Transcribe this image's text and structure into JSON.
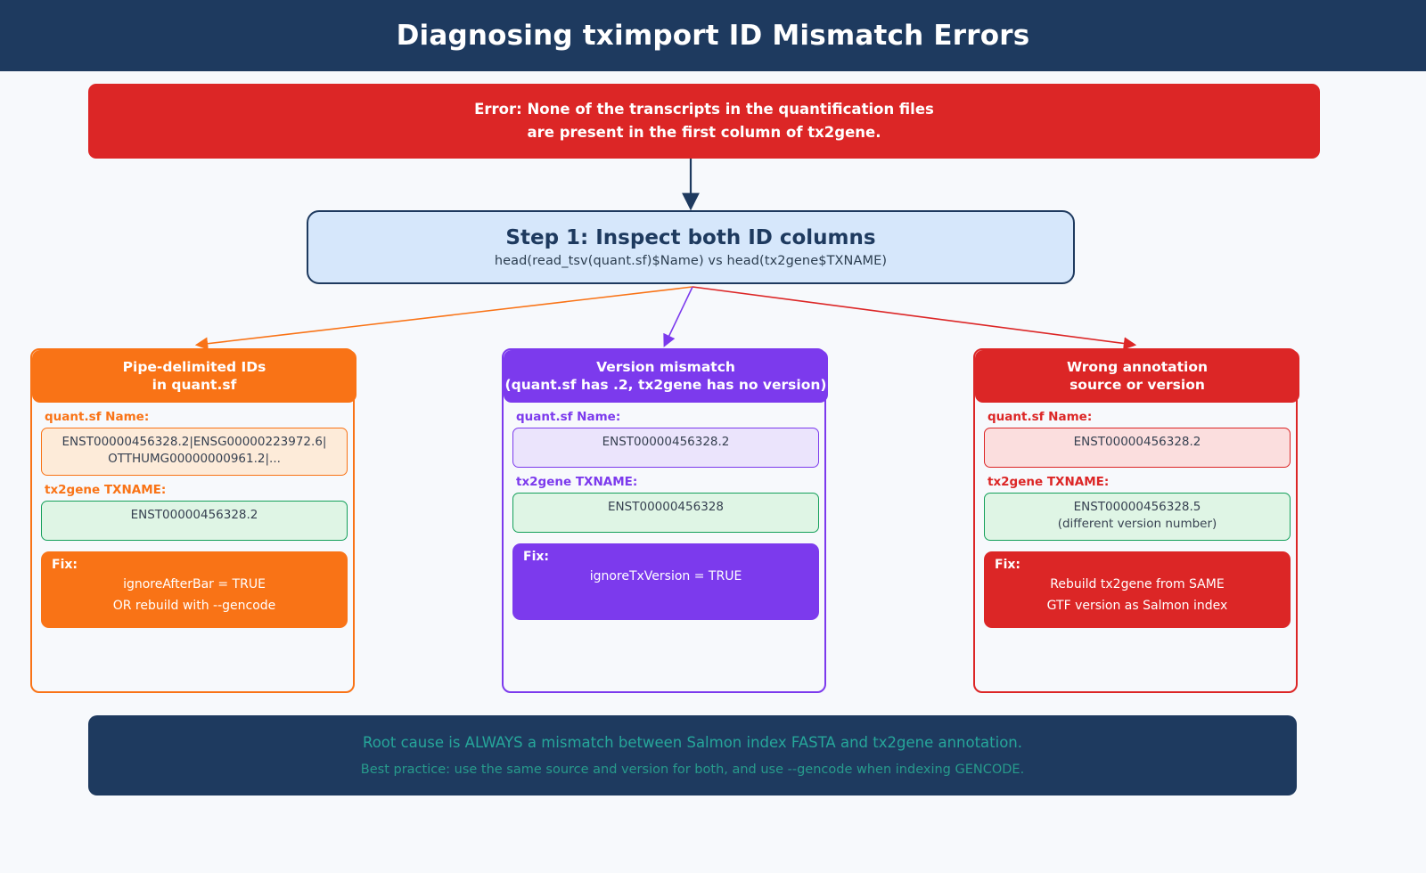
{
  "title": "Diagnosing tximport ID Mismatch Errors",
  "error_banner": {
    "line1": "Error: None of the transcripts in the quantification files",
    "line2": "are present in the first column of tx2gene."
  },
  "step": {
    "title": "Step 1: Inspect both ID columns",
    "subtitle": "head(read_tsv(quant.sf)$Name)   vs   head(tx2gene$TXNAME)"
  },
  "branches": [
    {
      "header_line1": "Pipe-delimited IDs",
      "header_line2": "in quant.sf",
      "color": "#f97316",
      "quant_label": "quant.sf Name:",
      "quant_value_line1": "ENST00000456328.2|ENSG00000223972.6|",
      "quant_value_line2": "OTTHUMG00000000961.2|...",
      "tx_label": "tx2gene TXNAME:",
      "tx_value_line1": "ENST00000456328.2",
      "tx_value_line2": "",
      "fix_label": "Fix:",
      "fix_line1": "ignoreAfterBar = TRUE",
      "fix_line2": "OR rebuild with --gencode"
    },
    {
      "header_line1": "Version mismatch",
      "header_line2": "(quant.sf has .2, tx2gene has no version)",
      "color": "#7c3aed",
      "quant_label": "quant.sf Name:",
      "quant_value_line1": "ENST00000456328.2",
      "quant_value_line2": "",
      "tx_label": "tx2gene TXNAME:",
      "tx_value_line1": "ENST00000456328",
      "tx_value_line2": "",
      "fix_label": "Fix:",
      "fix_line1": "ignoreTxVersion = TRUE",
      "fix_line2": ""
    },
    {
      "header_line1": "Wrong annotation",
      "header_line2": "source or version",
      "color": "#dc2626",
      "quant_label": "quant.sf Name:",
      "quant_value_line1": "ENST00000456328.2",
      "quant_value_line2": "",
      "tx_label": "tx2gene TXNAME:",
      "tx_value_line1": "ENST00000456328.5",
      "tx_value_line2": "(different version number)",
      "fix_label": "Fix:",
      "fix_line1": "Rebuild tx2gene from SAME",
      "fix_line2": "GTF version as Salmon index"
    }
  ],
  "footer": {
    "line1": "Root cause is ALWAYS a mismatch between Salmon index FASTA and tx2gene annotation.",
    "line2": "Best practice: use the same source and version for both, and use --gencode when indexing GENCODE."
  },
  "colors": {
    "header_bar": "#1e3a5f",
    "error_red": "#dc2626",
    "step_fill": "#d6e7fb",
    "orange": "#f97316",
    "purple": "#7c3aed",
    "red": "#dc2626",
    "green_border": "#14a05a",
    "green_fill": "#dff5e5",
    "footer_teal": "#26a69a",
    "page_bg": "#f7f9fc"
  }
}
